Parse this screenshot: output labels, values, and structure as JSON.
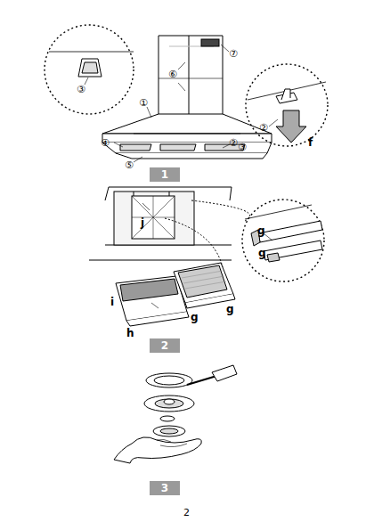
{
  "diagram": {
    "nodes": [
      {
        "text": [
          "1"
        ]
      },
      {
        "text": [
          "2"
        ]
      },
      {
        "text": [
          "3"
        ]
      }
    ],
    "labels": [
      "①",
      "⑥",
      "⑦",
      "④",
      "⑤",
      "②",
      "③",
      "③",
      "②",
      "f",
      "j",
      "g",
      "g",
      "i",
      "h",
      "g",
      "g",
      "2"
    ]
  }
}
